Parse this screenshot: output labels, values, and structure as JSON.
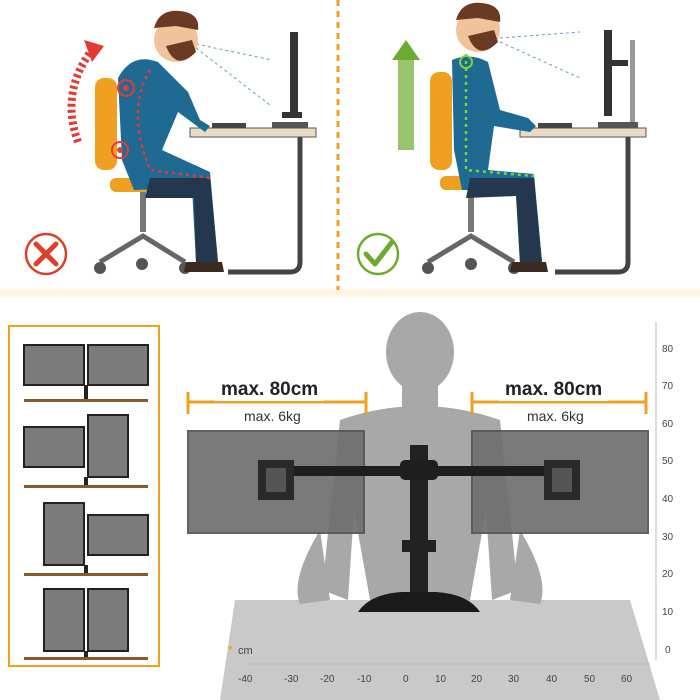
{
  "top_scene": {
    "bad_posture_icon": "cross-icon",
    "good_posture_icon": "check-icon",
    "bad_color": "#d9412b",
    "good_color": "#6cab2f",
    "divider_color": "#f0a020",
    "chair_color": "#f0a020"
  },
  "arrangements": {
    "panel_border_color": "#f0a020",
    "layouts": [
      "landscape-landscape",
      "landscape-portrait",
      "portrait-landscape",
      "portrait-portrait"
    ]
  },
  "product": {
    "left_span_label": "max. 80cm",
    "left_weight_label": "max. 6kg",
    "right_span_label": "max. 80cm",
    "right_weight_label": "max. 6kg",
    "bracket_color": "#f0a020"
  },
  "scale": {
    "vertical_ticks": [
      "80",
      "70",
      "60",
      "50",
      "40",
      "30",
      "20",
      "10",
      "0"
    ],
    "horizontal_ticks": [
      "-40",
      "-30",
      "-20",
      "-10",
      "0",
      "10",
      "20",
      "30",
      "40",
      "50",
      "60"
    ],
    "unit_marker": "*",
    "unit_label": "cm"
  }
}
